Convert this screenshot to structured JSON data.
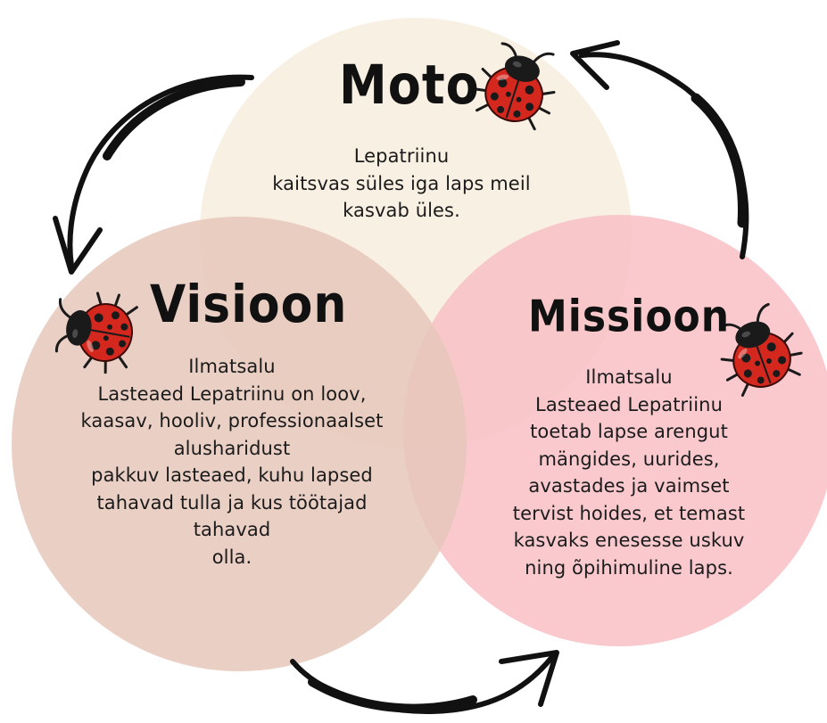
{
  "moto": {
    "title": "Moto",
    "lines": [
      "Lepatriinu",
      "kaitsvas süles iga laps meil",
      "kasvab üles."
    ]
  },
  "visioon": {
    "title": "Visioon",
    "lines": [
      "Ilmatsalu",
      "Lasteaed Lepatriinu on loov,",
      "kaasav, hooliv, professionaalset",
      "alusharidust",
      "pakkuv lasteaed, kuhu lapsed",
      "tahavad tulla ja kus töötajad",
      "tahavad",
      "olla."
    ]
  },
  "missioon": {
    "title": "Missioon",
    "lines": [
      "Ilmatsalu",
      "Lasteaed Lepatriinu",
      "toetab lapse arengut",
      "mängides, uurides,",
      "avastades ja vaimset",
      "tervist hoides, et temast",
      "kasvaks enesesse uskuv",
      "ning õpihimuline laps."
    ]
  },
  "colors": {
    "moto_circle": "#f8efe0",
    "visioon_circle": "#e6c7bb",
    "missioon_circle": "#f8bfc5",
    "arrow": "#111111",
    "ladybug_red": "#d4281f",
    "ladybug_black": "#1a1a1a"
  },
  "icons": [
    "ladybug-icon",
    "cycle-arrow-icon"
  ]
}
